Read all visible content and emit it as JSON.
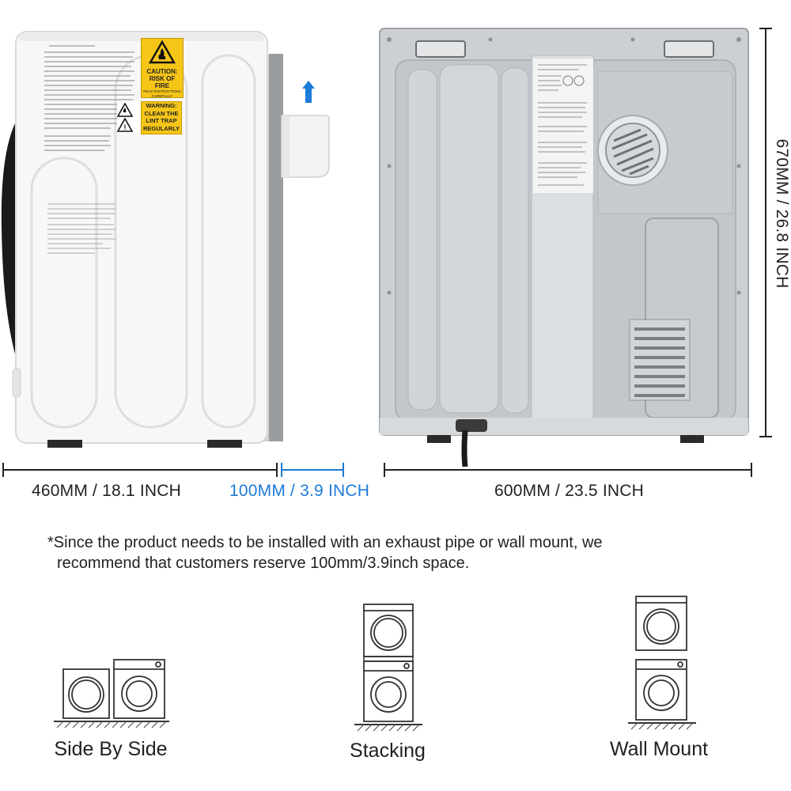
{
  "dimensions": {
    "depth_label": "460MM / 18.1 INCH",
    "clearance_label": "100MM / 3.9 INCH",
    "width_label": "600MM / 23.5 INCH",
    "height_label": "670MM / 26.8 INCH"
  },
  "note": {
    "line1": "*Since the product needs to be installed with an exhaust pipe or wall mount, we",
    "line2": "recommend that customers reserve 100mm/3.9inch space."
  },
  "warning_labels": {
    "caution_title": "CAUTION:",
    "caution_line2": "RISK OF FIRE",
    "caution_line3": "READ INSTRUCTIONS",
    "caution_line4": "CAREFULLY",
    "warning_title": "WARNING:",
    "warning_line2": "CLEAN THE",
    "warning_line3": "LINT TRAP",
    "warning_line4": "REGULARLY"
  },
  "installations": [
    {
      "label": "Side By Side"
    },
    {
      "label": "Stacking"
    },
    {
      "label": "Wall Mount"
    }
  ],
  "colors": {
    "accent_blue": "#1e7bd6",
    "caution_yellow": "#f5c518",
    "panel_silver": "#c9cccf",
    "body_white": "#f6f6f6"
  }
}
